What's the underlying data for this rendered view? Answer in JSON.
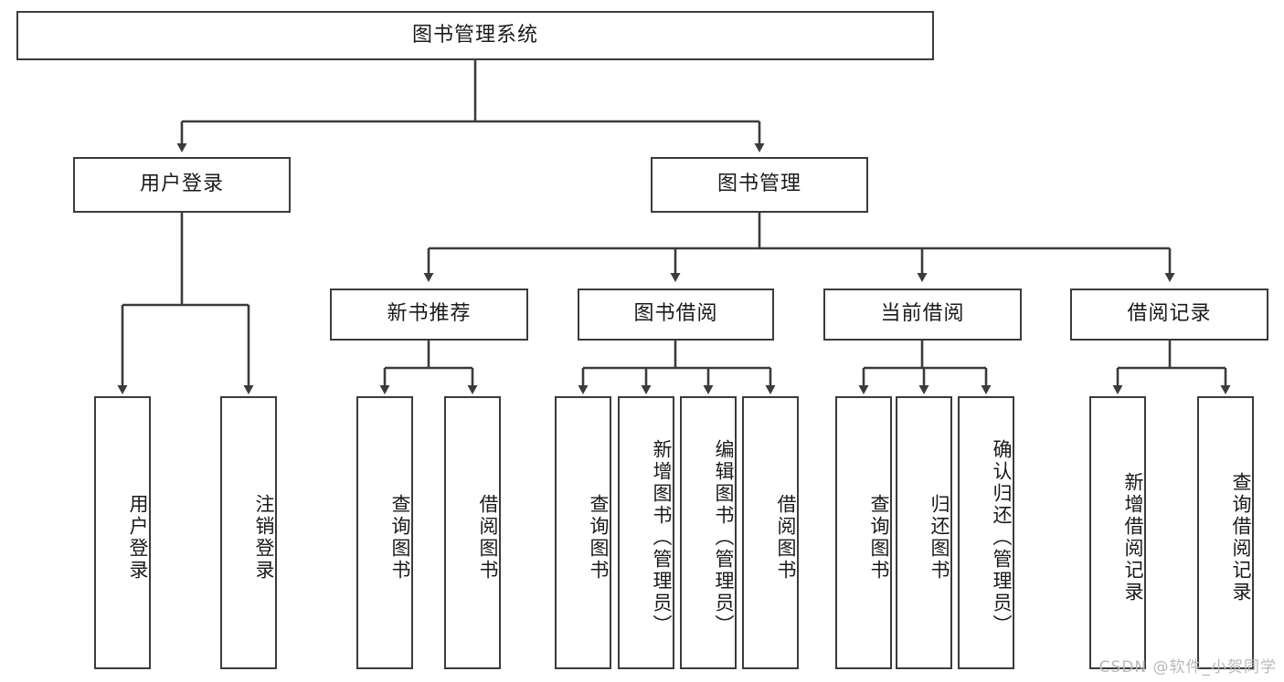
{
  "diagram": {
    "title": "图书管理系统",
    "type": "hierarchy-tree",
    "watermark": "CSDN @软件_小贺同学",
    "colors": {
      "background": "#ffffff",
      "node_border": "#3b3b3b",
      "node_fill": "#ffffff",
      "edge": "#3b3b3b",
      "text": "#1a1a1a",
      "watermark": "#b9b9b9"
    },
    "levels": {
      "root": {
        "label": "图书管理系统"
      },
      "level2": [
        {
          "label": "用户登录"
        },
        {
          "label": "图书管理"
        }
      ],
      "level3": [
        {
          "label": "新书推荐"
        },
        {
          "label": "图书借阅"
        },
        {
          "label": "当前借阅"
        },
        {
          "label": "借阅记录"
        }
      ],
      "leaves": {
        "user_login": [
          {
            "label": "用户登录"
          },
          {
            "label": "注销登录"
          }
        ],
        "new_book_recommend": [
          {
            "label": "查询图书"
          },
          {
            "label": "借阅图书"
          }
        ],
        "book_borrow": [
          {
            "label": "查询图书"
          },
          {
            "label": "新增图书（管理员）"
          },
          {
            "label": "编辑图书（管理员）"
          },
          {
            "label": "借阅图书"
          }
        ],
        "current_borrow": [
          {
            "label": "查询图书"
          },
          {
            "label": "归还图书"
          },
          {
            "label": "确认归还（管理员）"
          }
        ],
        "borrow_record": [
          {
            "label": "新增借阅记录"
          },
          {
            "label": "查询借阅记录"
          }
        ]
      }
    }
  }
}
